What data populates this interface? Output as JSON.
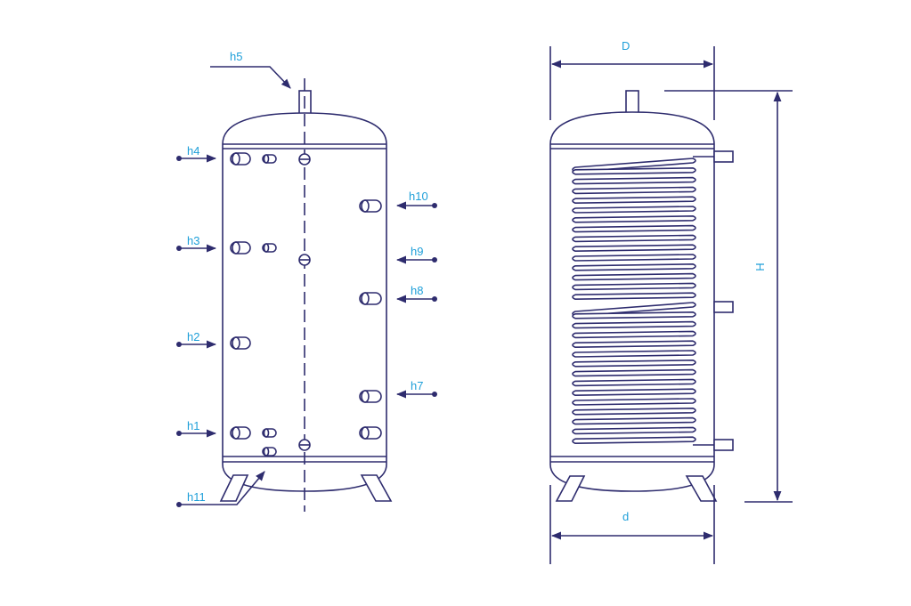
{
  "colors": {
    "line": "#2e2c6e",
    "label": "#1e9fd9",
    "background": "#ffffff"
  },
  "connections": {
    "h1": "h1",
    "h2": "h2",
    "h3": "h3",
    "h4": "h4",
    "h5": "h5",
    "h7": "h7",
    "h8": "h8",
    "h9": "h9",
    "h10": "h10",
    "h11": "h11"
  },
  "dimensions": {
    "D": "D",
    "d": "d",
    "H": "H"
  }
}
